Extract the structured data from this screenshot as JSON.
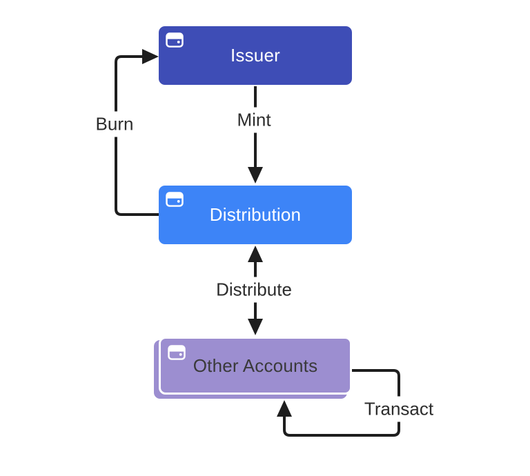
{
  "diagram": {
    "background_color": "#ffffff",
    "arrow_color": "#1e1e1e",
    "nodes": {
      "issuer": {
        "label": "Issuer",
        "color": "#3e4db6",
        "text_color": "#ffffff",
        "icon": "wallet-icon"
      },
      "distribution": {
        "label": "Distribution",
        "color": "#3d84f7",
        "text_color": "#ffffff",
        "icon": "wallet-icon"
      },
      "other_accounts": {
        "label": "Other Accounts",
        "color": "#9c8ed0",
        "text_color": "#3a3a3a",
        "icon": "wallet-icon",
        "stacked": true
      }
    },
    "edges": {
      "burn": {
        "label": "Burn",
        "from": "distribution",
        "to": "issuer",
        "direction": "one-way"
      },
      "mint": {
        "label": "Mint",
        "from": "issuer",
        "to": "distribution",
        "direction": "one-way"
      },
      "distribute": {
        "label": "Distribute",
        "from": "distribution",
        "to": "other_accounts",
        "direction": "two-way"
      },
      "transact": {
        "label": "Transact",
        "from": "other_accounts",
        "to": "other_accounts",
        "direction": "self-loop"
      }
    }
  }
}
